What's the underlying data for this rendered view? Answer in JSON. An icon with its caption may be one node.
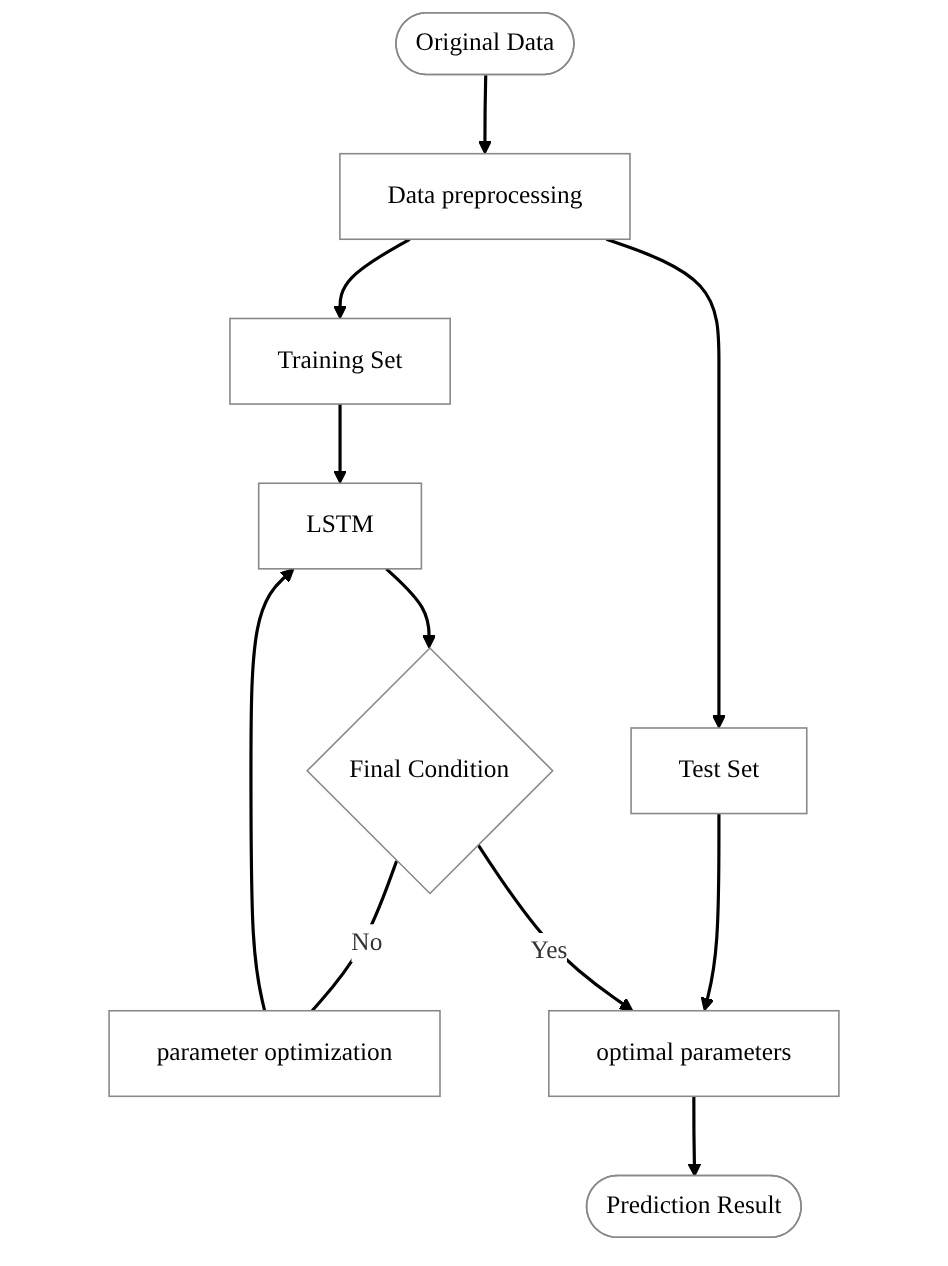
{
  "diagram": {
    "nodes": [
      {
        "text": [
          "Original Data"
        ]
      },
      {
        "text": [
          "Data preprocessing"
        ]
      },
      {
        "text": [
          "Training Set"
        ]
      },
      {
        "text": [
          "Test Set"
        ]
      },
      {
        "text": [
          "LSTM"
        ]
      },
      {
        "text": [
          "parameter optimization"
        ]
      },
      {
        "text": [
          "Final Condition"
        ]
      },
      {
        "text": [
          "optimal parameters"
        ]
      },
      {
        "text": [
          "Prediction Result"
        ]
      }
    ],
    "edges": [
      {
        "from": 0,
        "to": 1,
        "arrow": "to"
      },
      {
        "from": 1,
        "to": 2,
        "arrow": "to"
      },
      {
        "from": 1,
        "to": 3,
        "arrow": "to"
      },
      {
        "from": 2,
        "to": 4,
        "arrow": "to"
      },
      {
        "from": 3,
        "to": 7,
        "arrow": "to"
      },
      {
        "from": 4,
        "to": 6,
        "arrow": "to"
      },
      {
        "from": 6,
        "to": 5,
        "arrow": "none",
        "label": "No"
      },
      {
        "from": 5,
        "to": 4,
        "arrow": "to"
      },
      {
        "from": 6,
        "to": 7,
        "arrow": "to",
        "label": "Yes"
      },
      {
        "from": 7,
        "to": 8,
        "arrow": "to"
      }
    ]
  }
}
